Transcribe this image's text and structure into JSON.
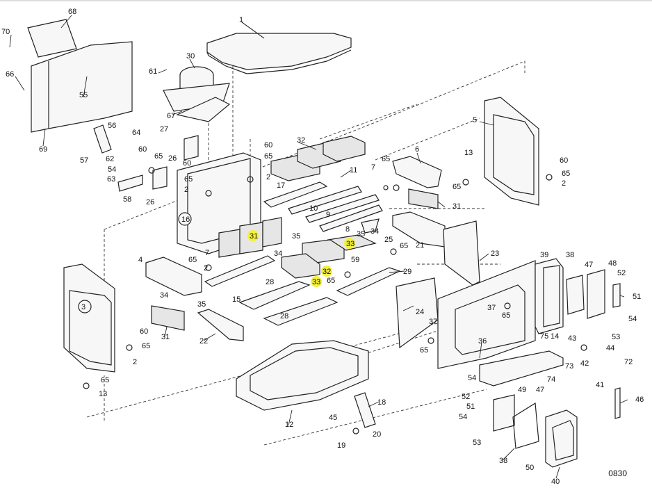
{
  "drawing_code": "0830",
  "labels": [
    "1",
    "2",
    "3",
    "4",
    "5",
    "6",
    "7",
    "8",
    "9",
    "10",
    "11",
    "12",
    "13",
    "14",
    "15",
    "16",
    "17",
    "18",
    "19",
    "20",
    "21",
    "22",
    "23",
    "24",
    "25",
    "26",
    "27",
    "28",
    "29",
    "30",
    "31",
    "32",
    "33",
    "34",
    "35",
    "36",
    "37",
    "38",
    "39",
    "40",
    "41",
    "42",
    "43",
    "44",
    "45",
    "46",
    "47",
    "48",
    "49",
    "50",
    "51",
    "52",
    "53",
    "54",
    "55",
    "56",
    "57",
    "58",
    "59",
    "60",
    "61",
    "62",
    "63",
    "64",
    "65",
    "66",
    "67",
    "68",
    "69",
    "70",
    "72",
    "73",
    "74",
    "75"
  ],
  "highlighted": [
    "31",
    "32",
    "33"
  ]
}
